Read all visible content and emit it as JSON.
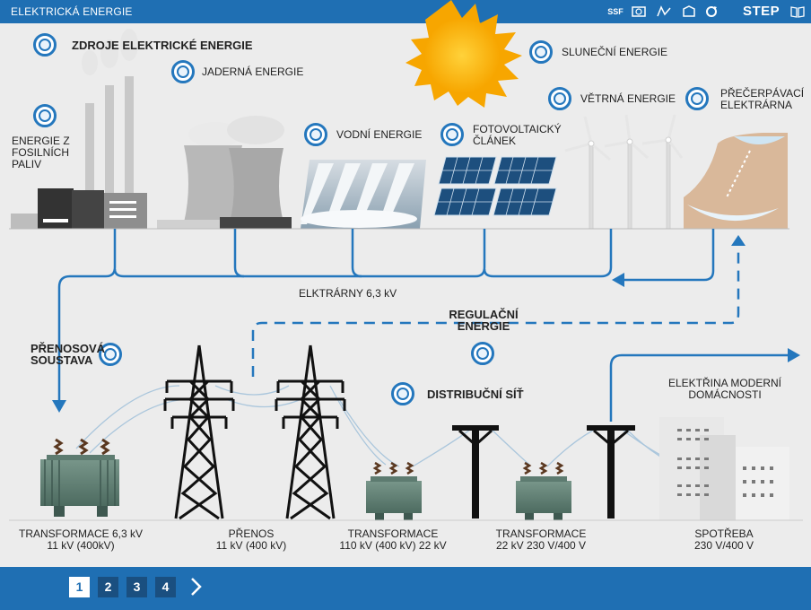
{
  "app": {
    "title": "ELEKTRICKÁ ENERGIE",
    "brand": "STEP"
  },
  "toolbar": {
    "icons": [
      "logo-icon",
      "window-icon",
      "measure-icon",
      "layers-icon",
      "refresh-icon",
      "book-icon"
    ],
    "badge": "SSF"
  },
  "scene": {
    "labels": {
      "sources_title": "ZDROJE ELEKTRICKÉ ENERGIE",
      "nuclear": "JADERNÁ ENERGIE",
      "fossil": "ENERGIE Z FOSILNÍCH PALIV",
      "hydro": "VODNÍ ENERGIE",
      "pv": "FOTOVOLTAICKÝ ČLÁNEK",
      "solar": "SLUNEČNÍ ENERGIE",
      "wind": "VĚTRNÁ ENERGIE",
      "pumped": "PŘEČERPÁVACÍ ELEKTRÁRNA",
      "plants_voltage": "ELKTRÁRNY 6,3 kV",
      "regulation": "REGULAČNÍ ENERGIE",
      "transmission": "PŘENOSOVÁ SOUSTAVA",
      "distribution": "DISTRIBUČNÍ SÍŤ",
      "households": "ELEKTŘINA MODERNÍ DOMÁCNOSTI"
    },
    "stages": [
      {
        "title": "TRANSFORMACE 6,3 kV",
        "value": "11 kV (400kV)"
      },
      {
        "title": "PŘENOS",
        "value": "11 kV (400 kV)"
      },
      {
        "title": "TRANSFORMACE",
        "value": "110 kV (400 kV) 22 kV"
      },
      {
        "title": "TRANSFORMACE",
        "value": "22 kV 230 V/400 V"
      },
      {
        "title": "SPOTŘEBA",
        "value": "230 V/400 V"
      }
    ]
  },
  "pagination": {
    "pages": [
      "1",
      "2",
      "3",
      "4"
    ],
    "active_page": "1"
  },
  "colors": {
    "accent": "#1f6fb3",
    "line": "#2477bd",
    "dark": "#1a4f80"
  }
}
